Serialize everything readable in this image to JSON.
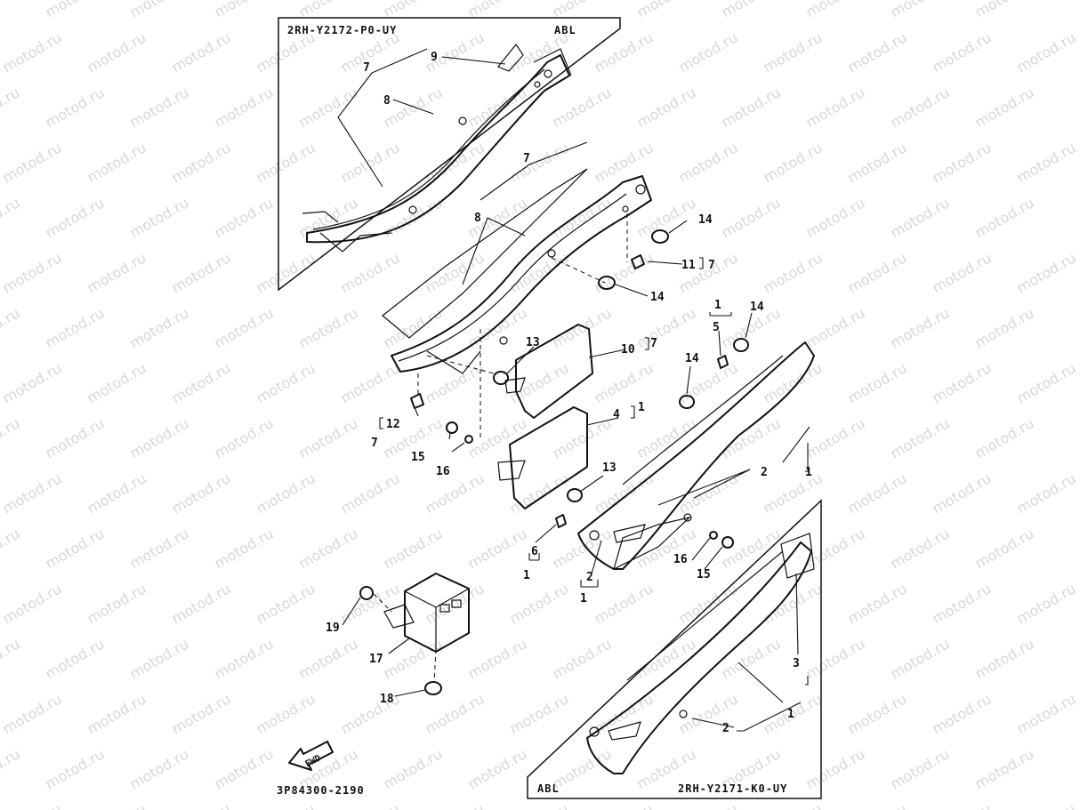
{
  "watermark": "motod.ru",
  "inset_top": {
    "code": "2RH-Y2172-P0-UY",
    "tag": "ABL"
  },
  "inset_bottom": {
    "code": "2RH-Y2171-K0-UY",
    "tag": "ABL"
  },
  "footer_code": "3P84300-2190",
  "fwd_label": "FWD",
  "callouts": {
    "c1a": "1",
    "c1b": "1",
    "c1c": "1",
    "c1d": "1",
    "c1e": "1",
    "c1f": "1",
    "c2a": "2",
    "c2b": "2",
    "c2c": "2",
    "c3": "3",
    "c4": "4",
    "c5": "5",
    "c6": "6",
    "c7a": "7",
    "c7b": "7",
    "c7c": "7",
    "c7d": "7",
    "c7e": "7",
    "c8a": "8",
    "c8b": "8",
    "c9": "9",
    "c10": "10",
    "c11": "11",
    "c12": "12",
    "c13a": "13",
    "c13b": "13",
    "c14a": "14",
    "c14b": "14",
    "c14c": "14",
    "c14d": "14",
    "c15a": "15",
    "c15b": "15",
    "c16a": "16",
    "c16b": "16",
    "c17": "17",
    "c18": "18",
    "c19": "19"
  }
}
